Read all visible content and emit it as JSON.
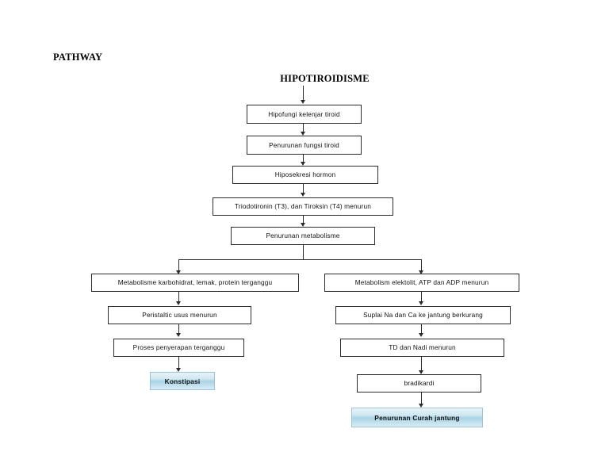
{
  "document": {
    "heading": "PATHWAY",
    "root_title": "HIPOTIROIDISME"
  },
  "theme": {
    "page_background": "#ffffff",
    "box_border": "#2b2b2b",
    "box_fill": "#ffffff",
    "text": "#111111",
    "highlight_border": "#9cc4d6",
    "highlight_gradient_top": "#e8f4f9",
    "highlight_gradient_mid": "#a9d3e4",
    "highlight_gradient_bottom": "#d9edf5"
  },
  "chart_data": {
    "type": "diagram",
    "title": "PATHWAY",
    "subtitle": "HIPOTIROIDISME",
    "orientation": "top-down",
    "nodes": [
      {
        "id": "n0",
        "label": "HIPOTIROIDISME",
        "kind": "title"
      },
      {
        "id": "n1",
        "label": "Hipofungi kelenjar tiroid",
        "kind": "process"
      },
      {
        "id": "n2",
        "label": "Penurunan fungsi tiroid",
        "kind": "process"
      },
      {
        "id": "n3",
        "label": "Hiposekresi hormon",
        "kind": "process"
      },
      {
        "id": "n4",
        "label": "Triodotironin (T3), dan Tiroksin (T4) menurun",
        "kind": "process"
      },
      {
        "id": "n5",
        "label": "Penurunan metabolisme",
        "kind": "process"
      },
      {
        "id": "n6",
        "label": "Metabolisme karbohidrat, lemak, protein terganggu",
        "kind": "process",
        "branch": "left"
      },
      {
        "id": "n7",
        "label": "Peristaltic usus menurun",
        "kind": "process",
        "branch": "left"
      },
      {
        "id": "n8",
        "label": "Proses penyerapan terganggu",
        "kind": "process",
        "branch": "left"
      },
      {
        "id": "n9",
        "label": "Konstipasi",
        "kind": "outcome",
        "branch": "left"
      },
      {
        "id": "n10",
        "label": "Metabolism elektolit, ATP dan ADP menurun",
        "kind": "process",
        "branch": "right"
      },
      {
        "id": "n11",
        "label": "Suplai Na dan Ca ke jantung berkurang",
        "kind": "process",
        "branch": "right"
      },
      {
        "id": "n12",
        "label": "TD dan Nadi menurun",
        "kind": "process",
        "branch": "right"
      },
      {
        "id": "n13",
        "label": "bradikardi",
        "kind": "process",
        "branch": "right"
      },
      {
        "id": "n14",
        "label": "Penurunan Curah jantung",
        "kind": "outcome",
        "branch": "right"
      }
    ],
    "edges": [
      {
        "from": "n0",
        "to": "n1"
      },
      {
        "from": "n1",
        "to": "n2"
      },
      {
        "from": "n2",
        "to": "n3"
      },
      {
        "from": "n3",
        "to": "n4"
      },
      {
        "from": "n4",
        "to": "n5"
      },
      {
        "from": "n5",
        "to": "n6"
      },
      {
        "from": "n5",
        "to": "n10"
      },
      {
        "from": "n6",
        "to": "n7"
      },
      {
        "from": "n7",
        "to": "n8"
      },
      {
        "from": "n8",
        "to": "n9"
      },
      {
        "from": "n10",
        "to": "n11"
      },
      {
        "from": "n11",
        "to": "n12"
      },
      {
        "from": "n12",
        "to": "n13"
      },
      {
        "from": "n13",
        "to": "n14"
      }
    ]
  }
}
